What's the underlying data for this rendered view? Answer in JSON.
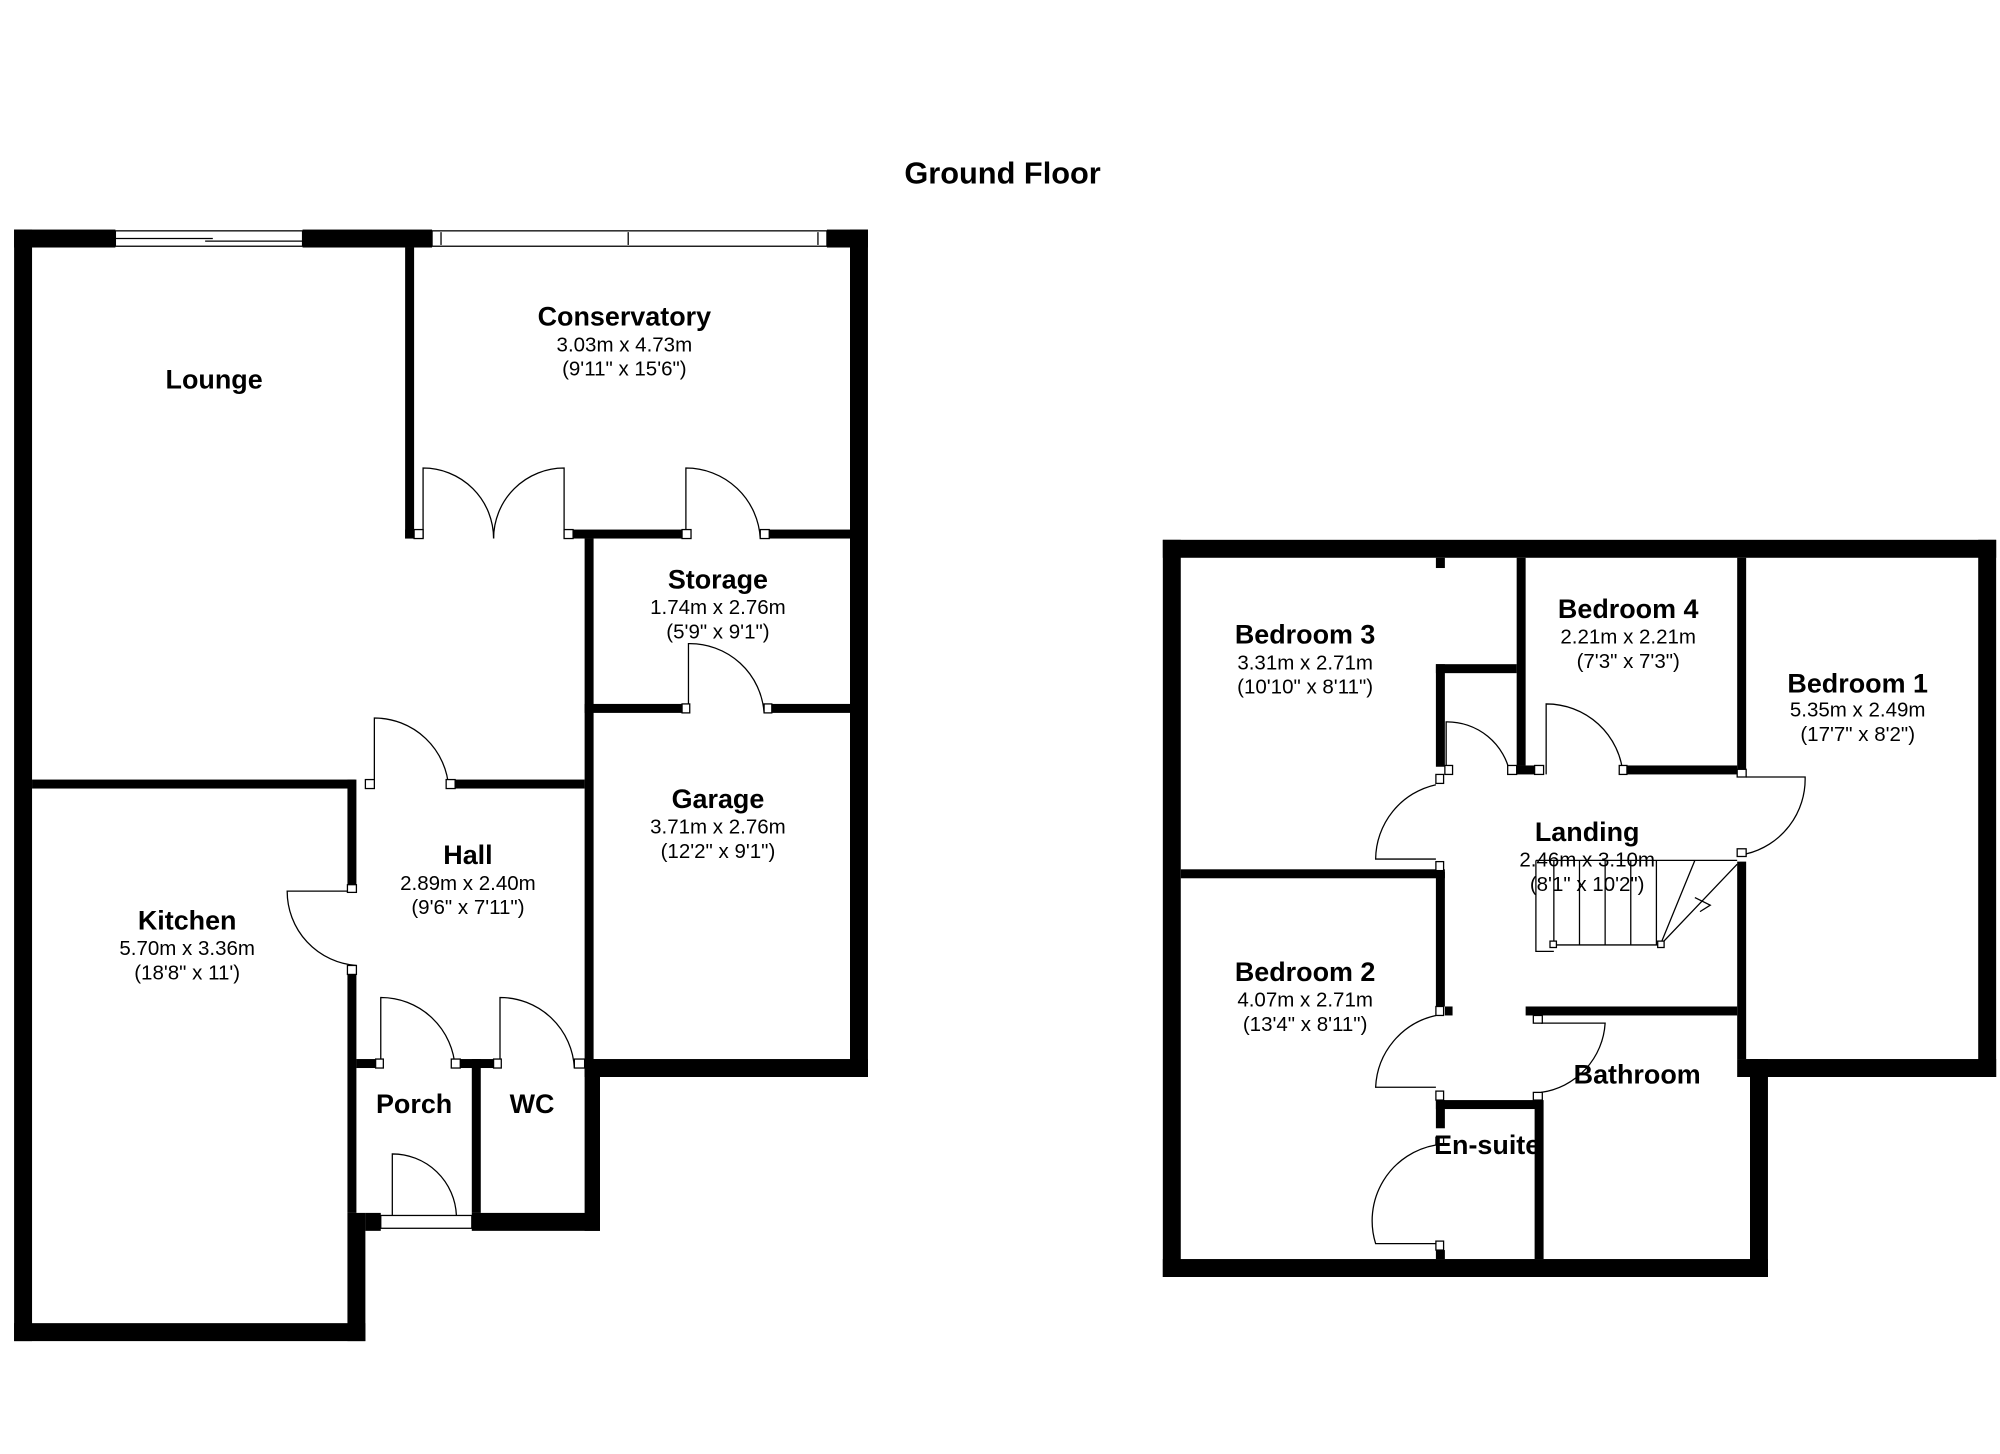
{
  "title": "Ground Floor",
  "ground_floor": {
    "lounge": {
      "name": "Lounge"
    },
    "conservatory": {
      "name": "Conservatory",
      "metric": "3.03m x 4.73m",
      "imperial": "(9'11\" x 15'6\")"
    },
    "storage": {
      "name": "Storage",
      "metric": "1.74m x 2.76m",
      "imperial": "(5'9\" x 9'1\")"
    },
    "garage": {
      "name": "Garage",
      "metric": "3.71m x 2.76m",
      "imperial": "(12'2\" x 9'1\")"
    },
    "hall": {
      "name": "Hall",
      "metric": "2.89m x 2.40m",
      "imperial": "(9'6\" x 7'11\")"
    },
    "kitchen": {
      "name": "Kitchen",
      "metric": "5.70m x 3.36m",
      "imperial": "(18'8\" x 11')"
    },
    "porch": {
      "name": "Porch"
    },
    "wc": {
      "name": "WC"
    }
  },
  "first_floor": {
    "bedroom3": {
      "name": "Bedroom 3",
      "metric": "3.31m x 2.71m",
      "imperial": "(10'10\" x 8'11\")"
    },
    "bedroom4": {
      "name": "Bedroom 4",
      "metric": "2.21m x 2.21m",
      "imperial": "(7'3\" x 7'3\")"
    },
    "bedroom1": {
      "name": "Bedroom 1",
      "metric": "5.35m x 2.49m",
      "imperial": "(17'7\" x 8'2\")"
    },
    "landing": {
      "name": "Landing",
      "metric": "2.46m x 3.10m",
      "imperial": "(8'1\" x 10'2\")"
    },
    "bedroom2": {
      "name": "Bedroom 2",
      "metric": "4.07m x 2.71m",
      "imperial": "(13'4\" x 8'11\")"
    },
    "bathroom": {
      "name": "Bathroom"
    },
    "ensuite": {
      "name": "En-suite"
    }
  }
}
